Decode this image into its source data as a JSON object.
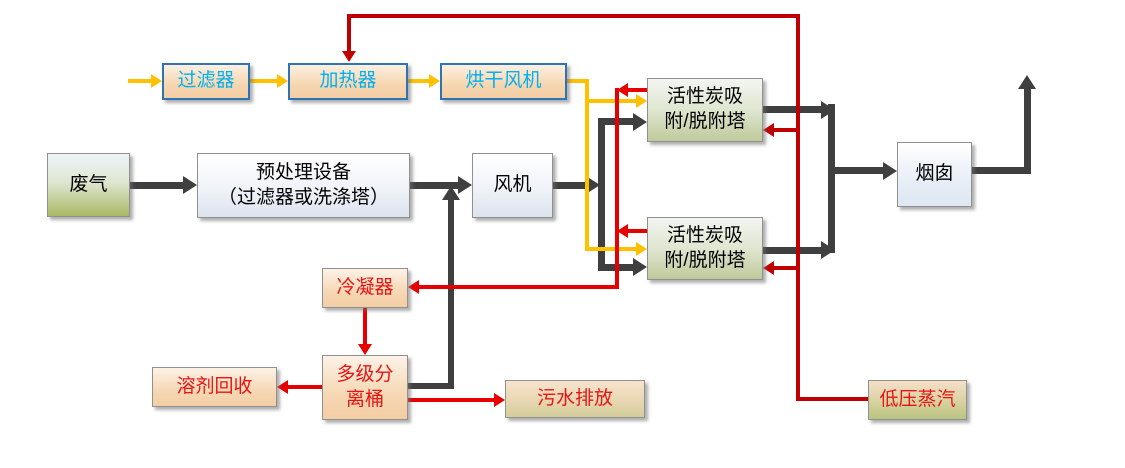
{
  "diagram": {
    "type": "process-flow",
    "nodes": {
      "filter": {
        "label": "过滤器"
      },
      "heater": {
        "label": "加热器"
      },
      "drying_fan": {
        "label": "烘干风机"
      },
      "waste_gas": {
        "label": "废气"
      },
      "pretreatment": {
        "label": "预处理设备\n（过滤器或洗涤塔）"
      },
      "fan": {
        "label": "风机"
      },
      "carbon_tower_1": {
        "label": "活性炭吸\n附/脱附塔"
      },
      "carbon_tower_2": {
        "label": "活性炭吸\n附/脱附塔"
      },
      "chimney": {
        "label": "烟囱"
      },
      "condenser": {
        "label": "冷凝器"
      },
      "separator": {
        "label": "多级分\n离桶"
      },
      "solvent_recovery": {
        "label": "溶剂回收"
      },
      "sewage_discharge": {
        "label": "污水排放"
      },
      "lp_steam": {
        "label": "低压蒸汽"
      }
    },
    "line_colors": {
      "main_gas_line": "#3f3f3f",
      "drying_air_line": "#FFC000",
      "steam_line": "#C00000",
      "recovery_line": "#E60000"
    },
    "node_colors": {
      "blue_border": "#2E74B5",
      "blue_text": "#00B0F0",
      "red_text": "#E81414"
    }
  }
}
